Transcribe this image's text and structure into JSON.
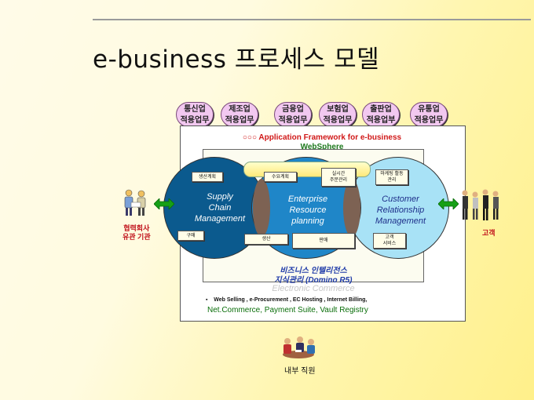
{
  "title": "e-business 프로세스 모델",
  "industries": [
    {
      "line1": "통신업",
      "line2": "적용업무"
    },
    {
      "line1": "제조업",
      "line2": "적용업무"
    },
    {
      "line1": "금융업",
      "line2": "적용업무"
    },
    {
      "line1": "보험업",
      "line2": "적용업무"
    },
    {
      "line1": "출판업",
      "line2": "적용업부"
    },
    {
      "line1": "유통업",
      "line2": "적용업무"
    }
  ],
  "framework": {
    "line1": "○○○ Application Framework for e-business",
    "line2": "WebSphere",
    "line1_color": "#d01818",
    "line2_color": "#1e7a1e"
  },
  "circles": {
    "left": {
      "line1": "Supply",
      "line2": "Chain",
      "line3": "Management"
    },
    "mid": {
      "line1": "Enterprise",
      "line2": "Resource",
      "line3": "planning"
    },
    "right": {
      "line1": "Customer",
      "line2": "Relationship",
      "line3": "Management"
    }
  },
  "boxes": {
    "b1": "생산계획",
    "b2": "수요계획",
    "b3a": "실시간",
    "b3b": "주문관리",
    "b4a": "마케팅 활동",
    "b4b": "관리",
    "b5": "구매",
    "b6": "생산",
    "b7": "판매",
    "b8a": "고객",
    "b8b": "서비스"
  },
  "bi": {
    "line1": "비즈니스 인텔리전스",
    "line2": "지식관리  (Domino R5)",
    "color": "#1e3aa8"
  },
  "ec": "Electronic Commerce",
  "bullet_text": "Web Selling , e-Procurement , EC Hosting , Internet Billing,",
  "products": "Net.Commerce, Payment Suite, Vault Registry",
  "labels": {
    "partner_line1": "협력회사",
    "partner_line2": "유관 기관",
    "customer": "고객",
    "internal": "내부 직원"
  },
  "icons": [
    "partner-people-icon",
    "customer-people-icon",
    "internal-staff-icon",
    "green-double-arrow-icon"
  ],
  "colors": {
    "green_arrow": "#16a016",
    "circle_left": "#0b5a8e",
    "circle_mid": "#1f86c8",
    "circle_right": "#a8e2f6"
  }
}
